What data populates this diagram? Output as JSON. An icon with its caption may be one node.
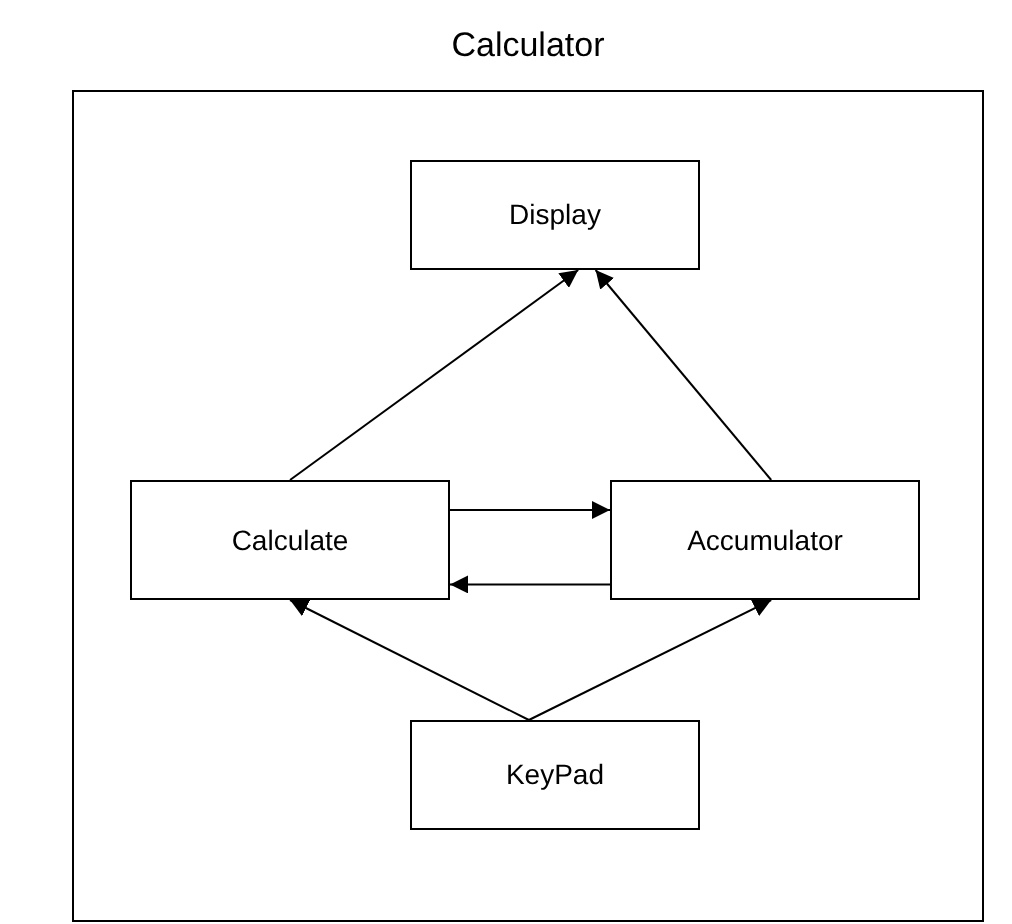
{
  "diagram": {
    "nodes": [
      {
        "text": [
          "Calculator"
        ]
      },
      {
        "text": [
          "Display"
        ],
        "in": 0
      },
      {
        "text": [
          "Calculate"
        ],
        "in": 0
      },
      {
        "text": [
          "Accumulator"
        ],
        "in": 0
      },
      {
        "text": [
          "KeyPad"
        ],
        "in": 0
      }
    ],
    "edges": [
      {
        "from": 2,
        "to": 1,
        "arrow": "to"
      },
      {
        "from": 3,
        "to": 1,
        "arrow": "to"
      },
      {
        "from": 2,
        "to": 3,
        "arrow": "to"
      },
      {
        "from": 3,
        "to": 2,
        "arrow": "to"
      },
      {
        "from": 4,
        "to": 2,
        "arrow": "to"
      },
      {
        "from": 4,
        "to": 3,
        "arrow": "to"
      }
    ]
  }
}
